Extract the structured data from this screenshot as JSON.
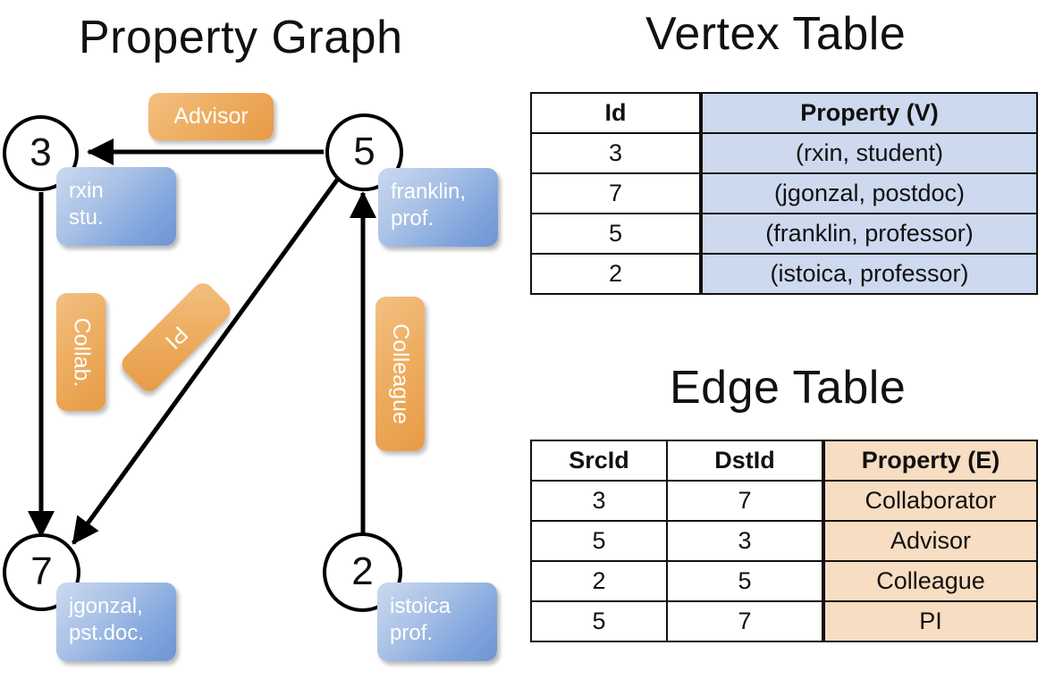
{
  "titles": {
    "property_graph": "Property Graph",
    "vertex_table": "Vertex Table",
    "edge_table": "Edge Table"
  },
  "graph": {
    "nodes": [
      {
        "id": "3",
        "property_lines": [
          "rxin",
          "stu."
        ]
      },
      {
        "id": "5",
        "property_lines": [
          "franklin,",
          "prof."
        ]
      },
      {
        "id": "7",
        "property_lines": [
          "jgonzal,",
          "pst.doc."
        ]
      },
      {
        "id": "2",
        "property_lines": [
          "istoica",
          "prof."
        ]
      }
    ],
    "edge_labels": [
      {
        "name": "advisor",
        "text": "Advisor"
      },
      {
        "name": "collab",
        "text": "Collab."
      },
      {
        "name": "pi",
        "text": "PI"
      },
      {
        "name": "colleague",
        "text": "Colleague"
      }
    ]
  },
  "vertex_table": {
    "headers": [
      "Id",
      "Property (V)"
    ],
    "rows": [
      [
        "3",
        "(rxin, student)"
      ],
      [
        "7",
        "(jgonzal, postdoc)"
      ],
      [
        "5",
        "(franklin, professor)"
      ],
      [
        "2",
        "(istoica, professor)"
      ]
    ]
  },
  "edge_table": {
    "headers": [
      "SrcId",
      "DstId",
      "Property (E)"
    ],
    "rows": [
      [
        "3",
        "7",
        "Collaborator"
      ],
      [
        "5",
        "3",
        "Advisor"
      ],
      [
        "2",
        "5",
        "Colleague"
      ],
      [
        "5",
        "7",
        "PI"
      ]
    ]
  },
  "colors": {
    "vertex_property_fill": "#ccd9ee",
    "edge_property_fill": "#f7ddc1",
    "chip_blue": "#82a6dd",
    "chip_orange": "#eeae62",
    "stroke": "#111111"
  }
}
